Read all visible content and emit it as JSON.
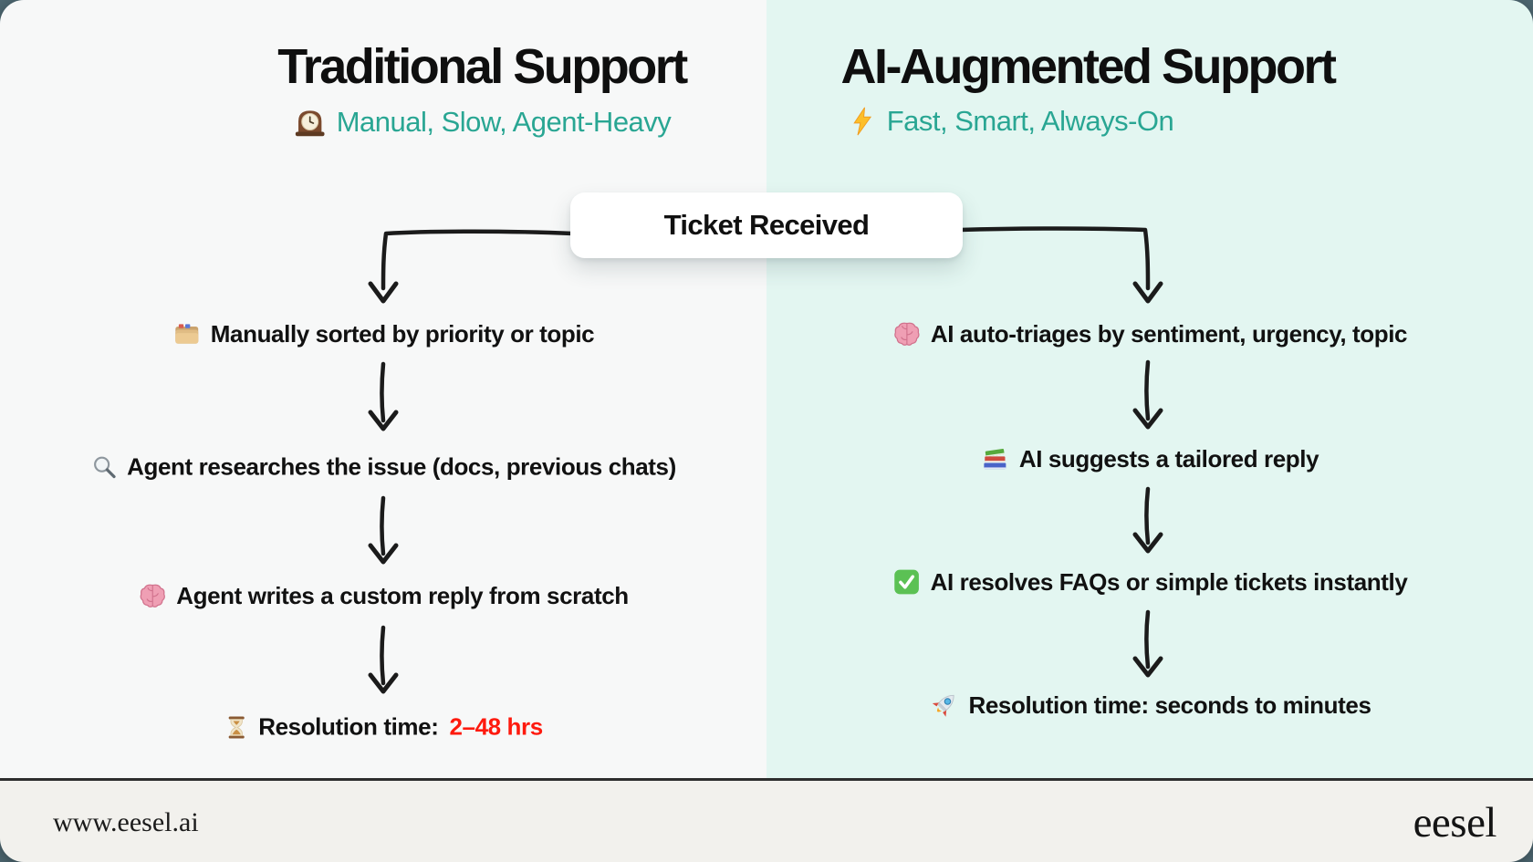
{
  "colors": {
    "left_background": "#f7f8f8",
    "right_background": "#e3f6f1",
    "accent_teal": "#29a693",
    "alert_red": "#fe1a0e",
    "footer_background": "#f2f1ed",
    "text_black": "#111111"
  },
  "flow": {
    "root_label": "Ticket Received"
  },
  "left_column": {
    "title": "Traditional Support",
    "subtitle": "Manual, Slow, Agent-Heavy",
    "subtitle_icon": "mantel-clock-icon",
    "steps": [
      {
        "icon": "card-index-dividers-icon",
        "text": "Manually sorted by priority or topic"
      },
      {
        "icon": "magnifying-glass-icon",
        "text": "Agent researches the issue (docs, previous chats)"
      },
      {
        "icon": "brain-icon",
        "text": "Agent writes a custom reply from scratch"
      },
      {
        "icon": "hourglass-icon",
        "text": "Resolution time:",
        "highlight": "2–48 hrs"
      }
    ]
  },
  "right_column": {
    "title": "AI-Augmented Support",
    "subtitle": "Fast, Smart, Always-On",
    "subtitle_icon": "lightning-bolt-icon",
    "steps": [
      {
        "icon": "brain-icon",
        "text": "AI auto-triages by sentiment, urgency, topic"
      },
      {
        "icon": "books-icon",
        "text": "AI suggests a tailored reply"
      },
      {
        "icon": "check-mark-icon",
        "text": "AI resolves FAQs or simple tickets instantly"
      },
      {
        "icon": "rocket-icon",
        "text": "Resolution time: seconds to minutes"
      }
    ]
  },
  "footer": {
    "website": "www.eesel.ai",
    "logo": "eesel"
  }
}
